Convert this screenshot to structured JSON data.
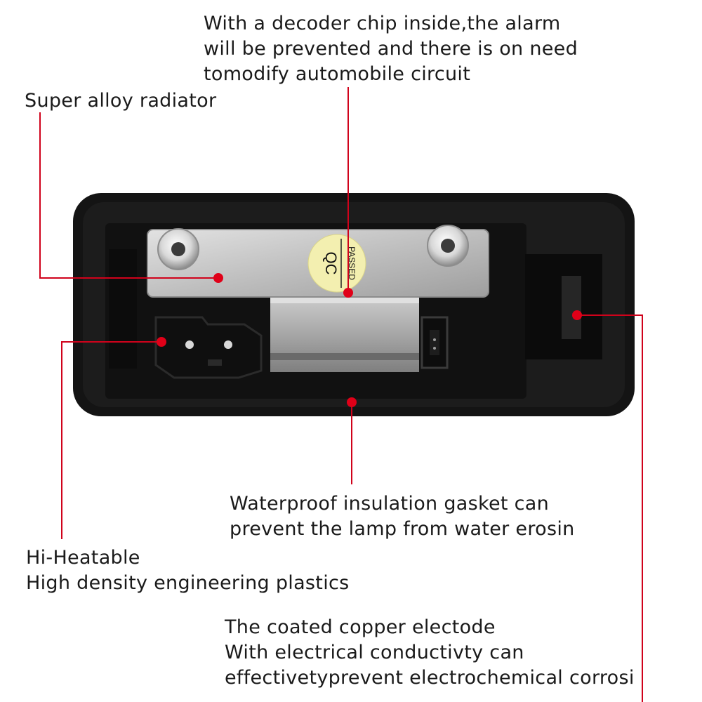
{
  "callouts": {
    "decoder": {
      "lines": [
        "With a decoder chip inside,the alarm",
        "will be prevented and there is on need",
        "tomodify automobile circuit"
      ]
    },
    "radiator": {
      "lines": [
        "Super alloy radiator"
      ]
    },
    "gasket": {
      "lines": [
        "Waterproof insulation gasket can",
        "prevent the lamp from water erosin"
      ]
    },
    "plastics": {
      "lines": [
        "Hi-Heatable",
        "High density engineering plastics"
      ]
    },
    "electrode": {
      "lines": [
        "The coated copper electode",
        "With electrical conductivty can",
        "effectivetyprevent electrochemical corrosi"
      ]
    }
  },
  "sticker": {
    "line1": "QC",
    "line2": "PASSED"
  },
  "colors": {
    "leader": "#d0021b",
    "housing": "#161616",
    "plate": "#c9c9c9",
    "sticker": "#f3efb0"
  }
}
